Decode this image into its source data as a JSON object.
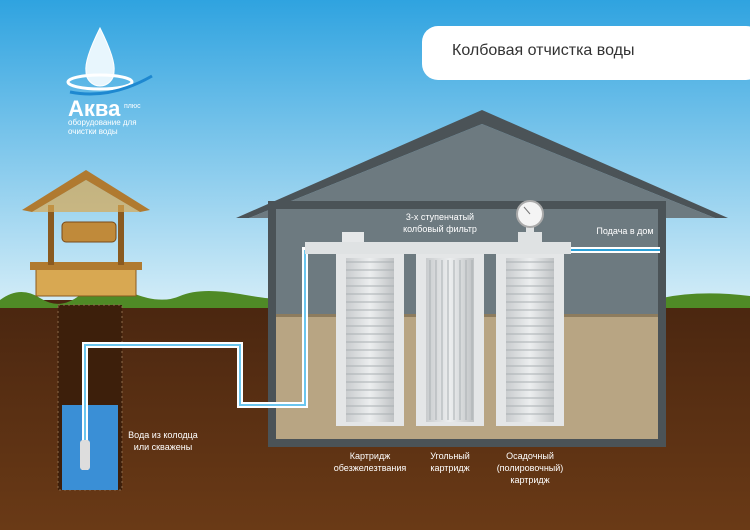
{
  "title": "Колбовая отчистка воды",
  "logo": {
    "brand": "Аква",
    "suffix": "плюс",
    "tagline_1": "оборудование для",
    "tagline_2": "очистки воды"
  },
  "labels": {
    "filter": [
      "3-х ступенчатый",
      "колбовый фильтр"
    ],
    "supply": "Подача в дом",
    "water_source": [
      "Вода из колодца",
      "или скважены"
    ],
    "cartridge_1": [
      "Картридж",
      "обезжелезтвания"
    ],
    "cartridge_2": [
      "Угольный",
      "картридж"
    ],
    "cartridge_3": [
      "Осадочный",
      "(полировочный)",
      "картридж"
    ]
  },
  "colors": {
    "sky": "#4fb6e8",
    "soil": "#5a2f12",
    "water": "#3a8fd6",
    "house": "#6d7a80"
  }
}
